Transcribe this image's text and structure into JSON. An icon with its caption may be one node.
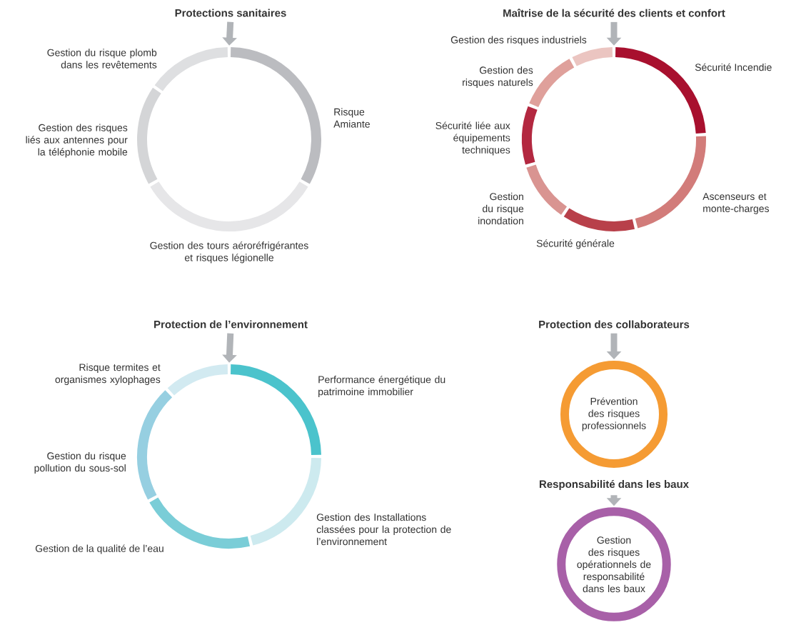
{
  "diagram": {
    "nodes": [
      {
        "text": [
          "Protections sanitaires"
        ]
      },
      {
        "text": [],
        "shape": "ring",
        "beside": [
          "Risque Amiante",
          "Gestion des tours aéroréfrigérantes et risques légionelle",
          "Gestion des risques liés aux antennes pour la téléphonie mobile",
          "Gestion du risque plomb dans les revêtements"
        ]
      },
      {
        "text": [
          "Maîtrise de la sécurité des clients et confort"
        ]
      },
      {
        "text": [],
        "shape": "ring",
        "beside": [
          "Sécurité Incendie",
          "Ascenseurs et monte-charges",
          "Sécurité générale",
          "Gestion du risque inondation",
          "Sécurité liée aux équipements techniques",
          "Gestion des risques naturels",
          "Gestion des risques industriels"
        ]
      },
      {
        "text": [
          "Protection de l’environnement"
        ]
      },
      {
        "text": [],
        "shape": "ring",
        "beside": [
          "Performance énergétique du patrimoine immobilier",
          "Gestion des Installations classées pour la protection de l’environnement",
          "Gestion de la qualité de l’eau",
          "Gestion du risque pollution du sous-sol",
          "Risque termites et organismes xylophages"
        ]
      },
      {
        "text": [
          "Protection des collaborateurs"
        ]
      },
      {
        "text": [
          "Prévention des risques professionnels"
        ]
      },
      {
        "text": [
          "Responsabilité dans les baux"
        ]
      },
      {
        "text": [
          "Gestion des risques opérationnels de responsabilité dans les baux"
        ]
      }
    ],
    "edges": [
      {
        "from": 0,
        "to": 1,
        "arrow": "to"
      },
      {
        "from": 2,
        "to": 3,
        "arrow": "to"
      },
      {
        "from": 4,
        "to": 5,
        "arrow": "to"
      },
      {
        "from": 6,
        "to": 7,
        "arrow": "to"
      },
      {
        "from": 8,
        "to": 9,
        "arrow": "to"
      }
    ]
  }
}
